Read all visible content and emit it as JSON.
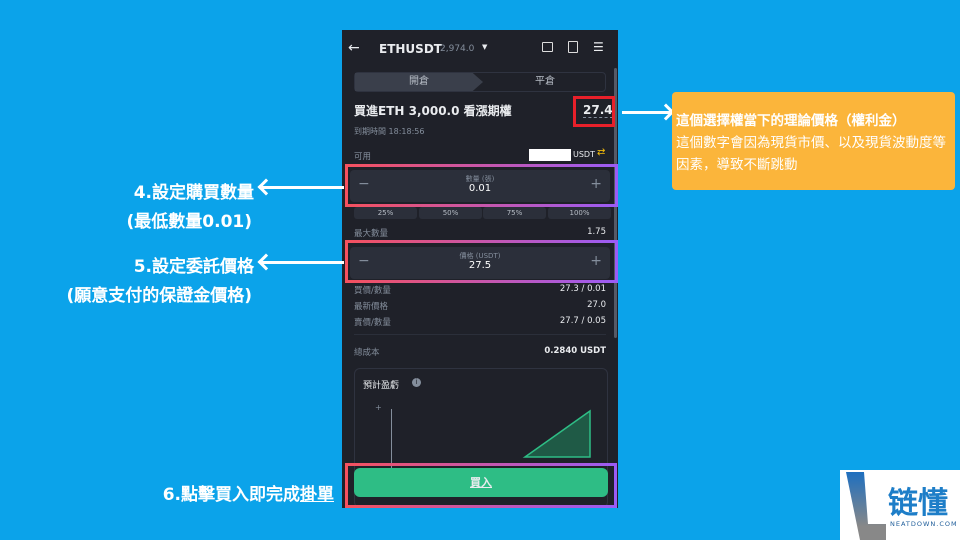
{
  "header": {
    "symbol": "ETHUSDT",
    "price": "2,974.0",
    "back_icon": "arrow-left-icon",
    "icons": [
      "chart-settings-icon",
      "order-history-icon",
      "menu-list-icon"
    ]
  },
  "tabs": [
    {
      "label": "開倉",
      "active": true
    },
    {
      "label": "平倉",
      "active": false
    }
  ],
  "option": {
    "title": "買進ETH 3,000.0 看漲期權",
    "price": "27.4",
    "expiry": "到期時間 18:18:56"
  },
  "available": {
    "label": "可用",
    "unit": "USDT"
  },
  "quantity": {
    "label": "數量 (張)",
    "value": "0.01",
    "minus": "−",
    "plus": "+"
  },
  "percents": [
    "25%",
    "50%",
    "75%",
    "100%"
  ],
  "max_qty": {
    "label": "最大數量",
    "value": "1.75"
  },
  "price_input": {
    "label": "價格 (USDT)",
    "value": "27.5",
    "minus": "−",
    "plus": "+"
  },
  "book": [
    {
      "label": "買價/數量",
      "value": "27.3 / 0.01"
    },
    {
      "label": "最新價格",
      "value": "27.0"
    },
    {
      "label": "賣價/數量",
      "value": "27.7 / 0.05"
    }
  ],
  "total_cost": {
    "label": "總成本",
    "value": "0.2840 USDT"
  },
  "pnl": {
    "title": "預計盈虧",
    "axis_plus": "+"
  },
  "buy_button": "買入",
  "annotations": {
    "step4": "4.設定購買數量",
    "step4_sub": "(最低數量0.01)",
    "step5": "5.設定委託價格",
    "step5_sub": "(願意支付的保證金價格)",
    "step6_a": "6.點擊買入即完成",
    "step6_b": "掛單",
    "callout_title": "這個選擇權當下的理論價格（權利金）",
    "callout_body": "這個數字會因為現貨市價、以及現貨波動度等因素，導致不斷跳動"
  },
  "logo": {
    "text": "链懂",
    "sub": "NEATDOWN.COM"
  },
  "colors": {
    "background": "#0ba3ea",
    "buy": "#2ebd85",
    "callout": "#fbb53b",
    "highlight_red": "#e8202a"
  }
}
